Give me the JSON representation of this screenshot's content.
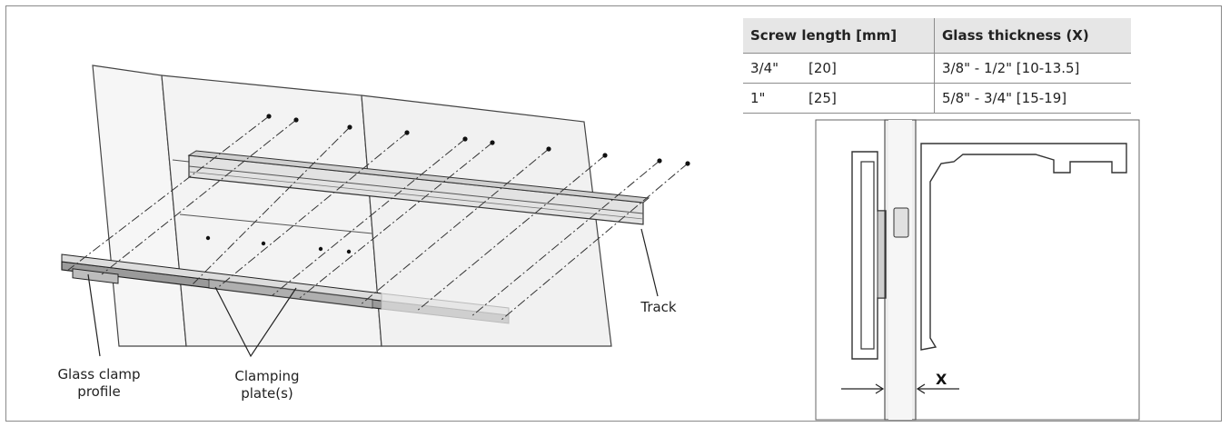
{
  "labels": {
    "track": "Track",
    "glass_clamp_profile": "Glass clamp\nprofile",
    "clamping_plates": "Clamping\nplate(s)",
    "x": "X"
  },
  "table": {
    "headers": [
      "Screw length [mm]",
      "Glass thickness (X)"
    ],
    "rows": [
      {
        "imperial": "3/4\"",
        "metric": "[20]",
        "thickness": "3/8\" - 1/2\" [10-13.5]"
      },
      {
        "imperial": "1\"",
        "metric": "[25]",
        "thickness": "5/8\" - 3/4\" [15-19]"
      }
    ]
  },
  "colors": {
    "border": "#8a8a8a",
    "table_header_bg": "#e6e6e6",
    "glass_fill": "#f2f2f2",
    "profile_fill": "#cfcfcf"
  }
}
